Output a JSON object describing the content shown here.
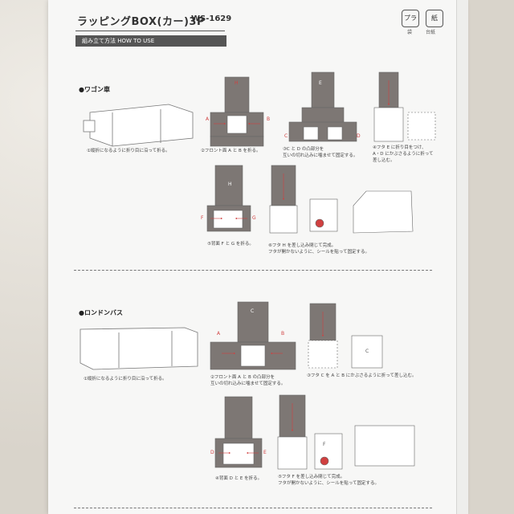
{
  "header": {
    "title": "ラッピングBOX(カー)3P",
    "code": "WS-1629",
    "howto": "組み立て方法  HOW TO USE"
  },
  "recycle": [
    {
      "mark": "プラ",
      "label": "袋"
    },
    {
      "mark": "紙",
      "label": "台紙"
    }
  ],
  "sections": [
    {
      "name": "●ワゴン車",
      "steps": [
        "①縦折になるように折り目に沿って折る。",
        "②フロント面 A と B を折る。",
        "③C と D の凸部分を\n互いの切れ込みに噛ませて固定する。",
        "④フタ E に折り目をつけ、\nA・D にかぶさるように折って\n差し込む。",
        "⑤背面 F と G を折る。",
        "⑥フタ H を差し込み閉じて完成。\nフタが開かないように、シールを貼って固定する。"
      ],
      "labels": {
        "A": "A",
        "B": "B",
        "C": "C",
        "D": "D",
        "E": "E",
        "F": "F",
        "G": "G",
        "H": "H"
      }
    },
    {
      "name": "●ロンドンバス",
      "steps": [
        "①縦折になるように折り目に沿って折る。",
        "②フロント面 A と B の凸部分を\n互いの切れ込みに噛ませて固定する。",
        "③フタ C を A と B にかぶさるように折って差し込む。",
        "④背面 D と E を折る。",
        "⑤フタ F を差し込み閉じて完成。\nフタが開かないように、シールを貼って固定する。"
      ],
      "labels": {
        "A": "A",
        "B": "B",
        "C": "C",
        "D": "D",
        "E": "E",
        "F": "F"
      }
    }
  ],
  "colors": {
    "panel": "#7d7774",
    "accent": "#d04040",
    "line": "#555555"
  }
}
